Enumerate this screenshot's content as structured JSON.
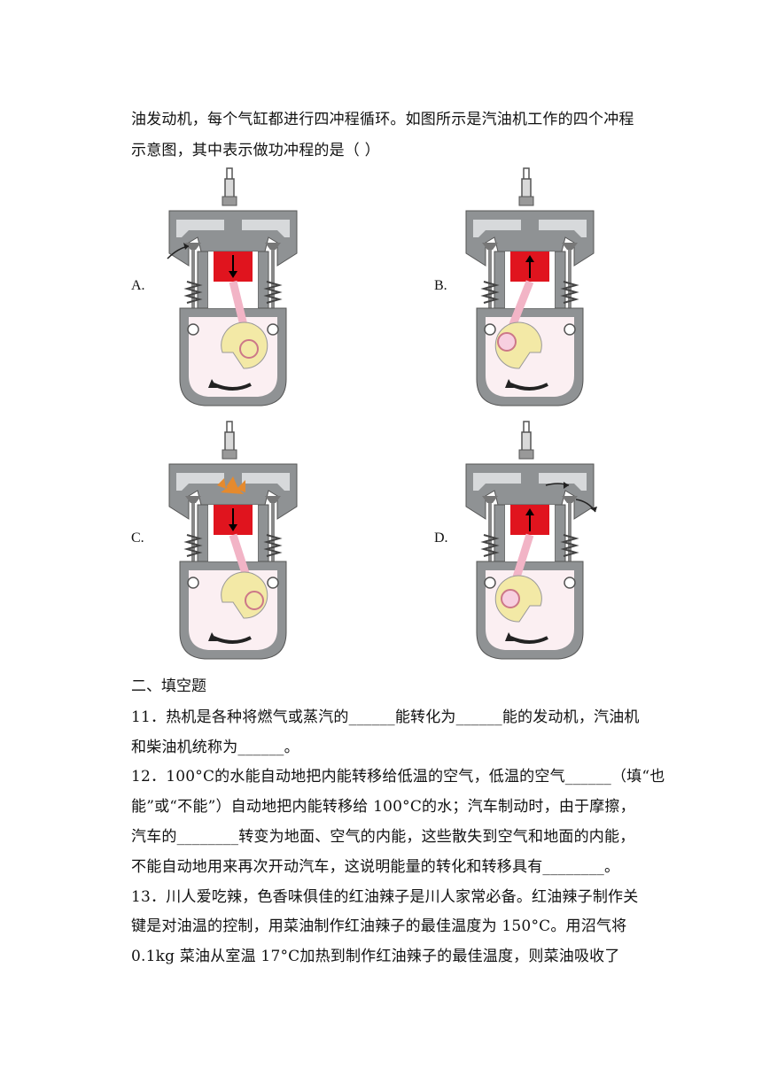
{
  "question10": {
    "line1": "油发动机，每个气缸都进行四冲程循环。如图所示是汽油机工作的四个冲程",
    "line2": "示意图，其中表示做功冲程的是（    ）"
  },
  "options": [
    {
      "label": "A.",
      "stroke": "intake"
    },
    {
      "label": "B.",
      "stroke": "compression"
    },
    {
      "label": "C.",
      "stroke": "power"
    },
    {
      "label": "D.",
      "stroke": "exhaust"
    }
  ],
  "section": {
    "title": "二、填空题"
  },
  "q11": {
    "line1": "11．热机是各种将燃气或蒸汽的______能转化为______能的发动机，汽油机",
    "line2": "和柴油机统称为______。"
  },
  "q12": {
    "line1": "12．100°C的水能自动地把内能转移给低温的空气，低温的空气______（填“也",
    "line2": "能”或“不能”）自动地把内能转移给 100°C的水；汽车制动时，由于摩擦，",
    "line3": "汽车的________转变为地面、空气的内能，这些散失到空气和地面的内能，",
    "line4": "不能自动地用来再次开动汽车，这说明能量的转化和转移具有________。"
  },
  "q13": {
    "line1": "13．川人爱吃辣，色香味俱佳的红油辣子是川人家常必备。红油辣子制作关",
    "line2": "键是对油温的控制，用菜油制作红油辣子的最佳温度为 150°C。用沼气将",
    "line3": "0.1kg 菜油从室温 17°C加热到制作红油辣子的最佳温度，则菜油吸收了"
  },
  "colors": {
    "piston": "#e0141e",
    "body": "#8f9294",
    "crank": "#f3e9a6",
    "rod": "#f2b4c6"
  }
}
